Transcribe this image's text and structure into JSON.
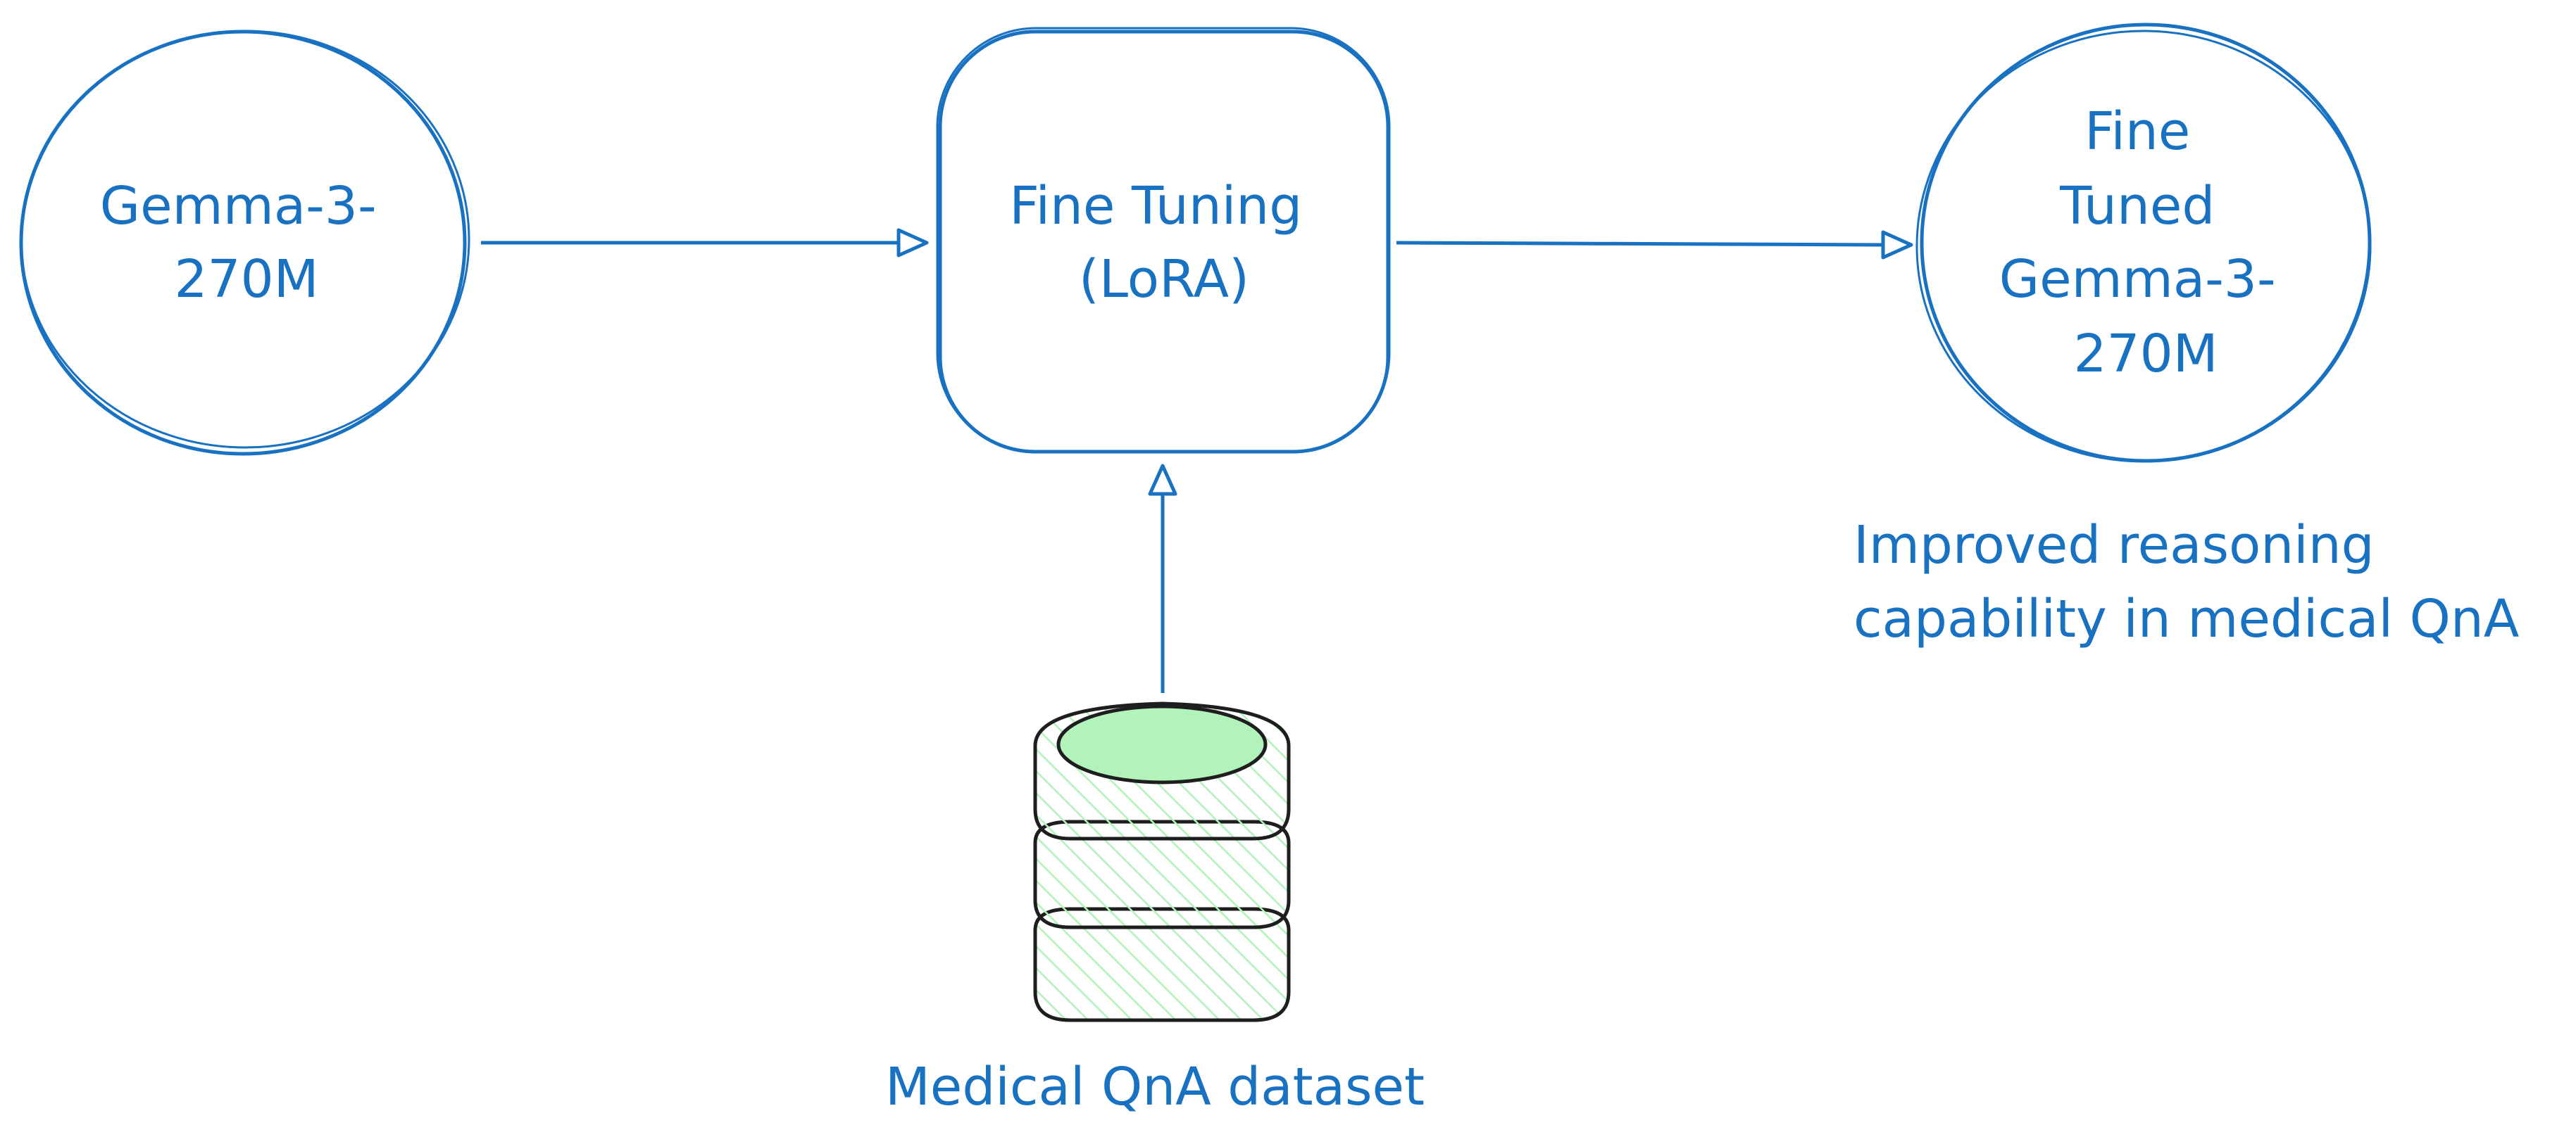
{
  "diagram": {
    "nodes": {
      "base_model": {
        "lines": [
          "Gemma-3-",
          "270M"
        ]
      },
      "fine_tuning": {
        "lines": [
          "Fine Tuning",
          "(LoRA)"
        ]
      },
      "tuned_model": {
        "lines": [
          "Fine",
          "Tuned",
          "Gemma-3-",
          "270M"
        ]
      },
      "dataset": {
        "label": "Medical QnA dataset"
      }
    },
    "annotation": {
      "lines": [
        "Improved reasoning",
        "capability in medical QnA"
      ]
    },
    "edges": [
      {
        "from": "base_model",
        "to": "fine_tuning"
      },
      {
        "from": "fine_tuning",
        "to": "tuned_model"
      },
      {
        "from": "dataset",
        "to": "fine_tuning"
      }
    ],
    "colors": {
      "stroke": "#1971c2",
      "text": "#1971c2",
      "dataset_fill": "#b2f2bb",
      "dataset_stroke": "#1e1e1e"
    }
  }
}
